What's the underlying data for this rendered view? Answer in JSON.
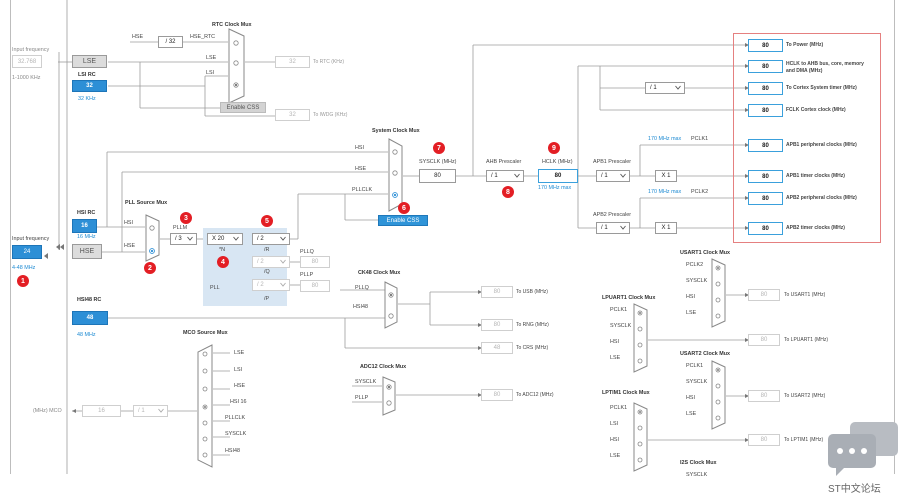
{
  "input_frequency_lse": {
    "label": "Input frequency",
    "value": "32.768",
    "range": "1-1000 KHz"
  },
  "lse": {
    "label": "LSE"
  },
  "lsi": {
    "label": "LSI RC",
    "value": "32",
    "freq": "32 KHz"
  },
  "rtc_mux": {
    "title": "RTC Clock Mux",
    "hse_label": "HSE",
    "hse_div": "/ 32",
    "hse_rtc": "HSE_RTC",
    "lse_label": "LSE",
    "lsi_label": "LSI",
    "rtc_value": "32",
    "rtc_out": "To RTC (KHz)",
    "enable_css": "Enable CSS",
    "iwdg_value": "32",
    "iwdg_out": "To IWDG (KHz)"
  },
  "input_frequency_hse": {
    "label": "Input frequency",
    "value": "24",
    "range": "4-48 MHz"
  },
  "hsi": {
    "label": "HSI RC",
    "value": "16",
    "freq": "16 MHz"
  },
  "hse": {
    "label": "HSE"
  },
  "pll_source_mux": {
    "title": "PLL Source Mux",
    "hsi": "HSI",
    "hse": "HSE"
  },
  "pll": {
    "pllm_label": "PLLM",
    "pllm": "/ 3",
    "n": "X 20",
    "n_label": "*N",
    "r": "/ 2",
    "r_label": "/R",
    "q": "/ 2",
    "q_label": "/Q",
    "p": "/ 2",
    "p_label": "/P",
    "pll_label": "PLL",
    "pllq_label": "PLLQ",
    "pllq_value": "80",
    "pllp_label": "PLLP",
    "pllp_value": "80"
  },
  "system_clock_mux": {
    "title": "System Clock Mux",
    "hsi": "HSI",
    "hse": "HSE",
    "pllclk": "PLLCLK",
    "enable_css": "Enable CSS"
  },
  "sysclk": {
    "label": "SYSCLK (MHz)",
    "value": "80"
  },
  "ahb": {
    "label": "AHB Prescaler",
    "value": "/ 1"
  },
  "hclk": {
    "label": "HCLK (MHz)",
    "value": "80",
    "max": "170 MHz max"
  },
  "apb1": {
    "label": "APB1 Prescaler",
    "value": "/ 1",
    "max": "170 MHz max",
    "pclk": "PCLK1",
    "timer_mult": "X 1"
  },
  "apb2": {
    "label": "APB2 Prescaler",
    "value": "/ 1",
    "max": "170 MHz max",
    "pclk": "PCLK2",
    "timer_mult": "X 1"
  },
  "cortex_div": "/ 1",
  "outputs": [
    {
      "value": "80",
      "label": "To Power (MHz)"
    },
    {
      "value": "80",
      "label": "HCLK to AHB bus, core, memory and DMA (MHz)"
    },
    {
      "value": "80",
      "label": "To Cortex System timer (MHz)"
    },
    {
      "value": "80",
      "label": "FCLK Cortex clock (MHz)"
    },
    {
      "value": "80",
      "label": "APB1 peripheral clocks (MHz)"
    },
    {
      "value": "80",
      "label": "APB1 timer clocks (MHz)"
    },
    {
      "value": "80",
      "label": "APB2 peripheral clocks (MHz)"
    },
    {
      "value": "80",
      "label": "APB2 timer clocks (MHz)"
    }
  ],
  "hsi48": {
    "label": "HSI48 RC",
    "value": "48",
    "freq": "48 MHz"
  },
  "ck48_mux": {
    "title": "CK48 Clock Mux",
    "pllq": "PLLQ",
    "hsi48": "HSI48",
    "usb_value": "80",
    "usb_out": "To USB (MHz)",
    "rng_value": "80",
    "rng_out": "To RNG (MHz)",
    "crs_value": "48",
    "crs_out": "To CRS (MHz)"
  },
  "adc12_mux": {
    "title": "ADC12 Clock Mux",
    "sysclk": "SYSCLK",
    "pllp": "PLLP",
    "value": "80",
    "out": "To ADC12 (MHz)"
  },
  "mco_mux": {
    "title": "MCO Source Mux",
    "inputs": [
      "LSE",
      "LSI",
      "HSE",
      "HSI 16",
      "PLLCLK",
      "SYSCLK",
      "HSI48"
    ],
    "out_label": "(MHz) MCO",
    "value": "16",
    "div": "/ 1"
  },
  "usart1_mux": {
    "title": "USART1 Clock Mux",
    "inputs": [
      "PCLK2",
      "SYSCLK",
      "HSI",
      "LSE"
    ],
    "value": "80",
    "out": "To USART1 (MHz)"
  },
  "lpuart1_mux": {
    "title": "LPUART1 Clock Mux",
    "inputs": [
      "PCLK1",
      "SYSCLK",
      "HSI",
      "LSE"
    ],
    "value": "80",
    "out": "To LPUART1 (MHz)"
  },
  "usart2_mux": {
    "title": "USART2 Clock Mux",
    "inputs": [
      "PCLK1",
      "SYSCLK",
      "HSI",
      "LSE"
    ],
    "value": "80",
    "out": "To USART2 (MHz)"
  },
  "lptim1_mux": {
    "title": "LPTIM1 Clock Mux",
    "inputs": [
      "PCLK1",
      "LSI",
      "HSI",
      "LSE"
    ],
    "value": "80",
    "out": "To LPTIM1 (MHz)"
  },
  "i2s_mux": {
    "title": "I2S Clock Mux",
    "inputs": [
      "SYSCLK"
    ]
  },
  "steps": [
    "1",
    "2",
    "3",
    "4",
    "5",
    "6",
    "7",
    "8",
    "9"
  ],
  "watermark": {
    "text": "ST中文论坛"
  },
  "colors": {
    "accent": "#2d8fd6",
    "step": "#e31e24",
    "pll_panel": "#d8e6f3",
    "output_border": "#e58080"
  }
}
